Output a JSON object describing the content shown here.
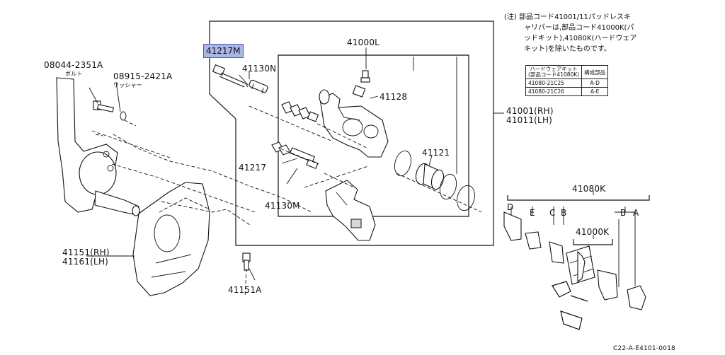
{
  "note": {
    "line1": "(注) 部品コード41001/11パッドレスキ",
    "line2": "ャリパーは,部品コード41000K(パ",
    "line3": "ッドキット),41080K(ハードウェア",
    "line4": "キット)を除いたものです。"
  },
  "kit_table": {
    "headers": [
      "ハードウェアキット\n(部品コード41080K)",
      "構成部品"
    ],
    "rows": [
      [
        "41080-21C25",
        "A-D"
      ],
      [
        "41080-21C26",
        "A-E"
      ]
    ]
  },
  "callouts": {
    "selected": "41217M",
    "p08044": "08044-2351A",
    "p08044_sub": "ボルト",
    "p08915": "08915-2421A",
    "p08915_sub": "ワッシャー",
    "p41000L": "41000L",
    "p41130N": "41130N",
    "p41128": "41128",
    "p41001": "41001(RH)",
    "p41011": "41011(LH)",
    "p41121": "41121",
    "p41217": "41217",
    "p41130M": "41130M",
    "p41080K": "41080K",
    "p41000K": "41000K",
    "p41151": "41151(RH)",
    "p41161": "41161(LH)",
    "p41151A": "41151A",
    "kitD": "D",
    "kitE": "E",
    "kitC": "C",
    "kitB": "B",
    "kitB2": "B",
    "kitA": "A"
  },
  "footer": {
    "ref": "C22-A-E4101-0018"
  }
}
